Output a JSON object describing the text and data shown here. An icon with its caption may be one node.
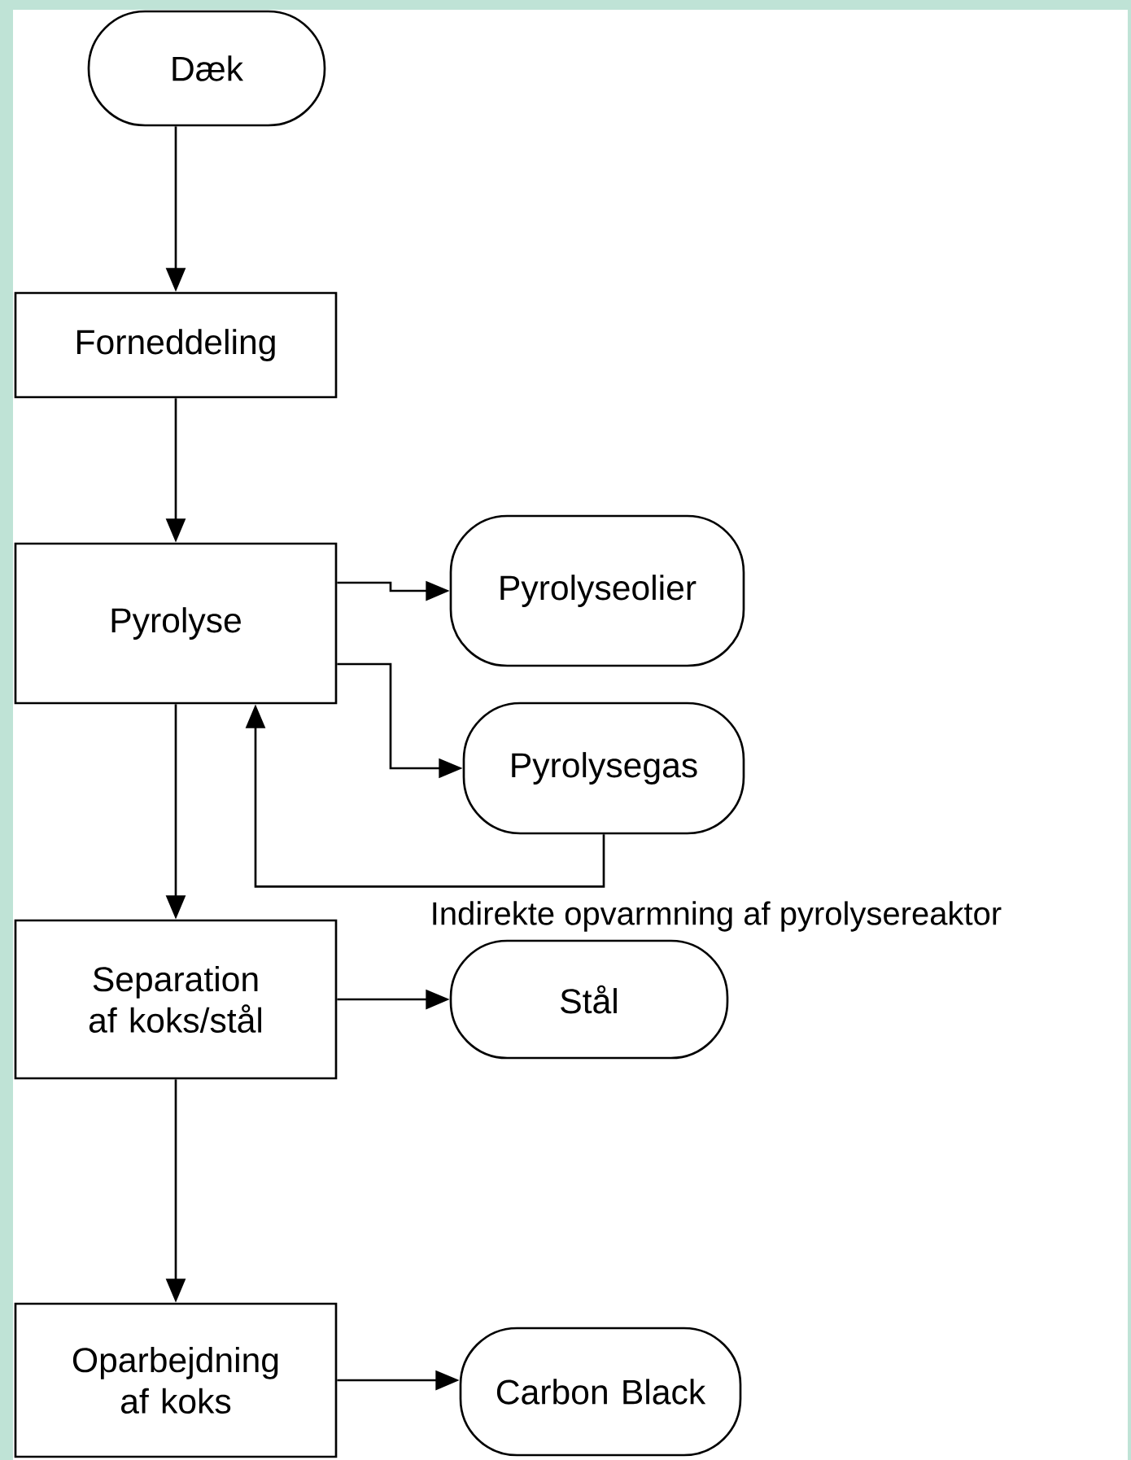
{
  "diagram": {
    "nodes": [
      {
        "text": [
          "Dæk"
        ]
      },
      {
        "text": [
          "Forneddeling"
        ]
      },
      {
        "text": [
          "Pyrolyse"
        ]
      },
      {
        "text": [
          "Pyrolyseolier"
        ]
      },
      {
        "text": [
          "Pyrolysegas"
        ]
      },
      {
        "text": [
          "Separation af koks/stål"
        ]
      },
      {
        "text": [
          "Stål"
        ]
      },
      {
        "text": [
          "Oparbejdning af koks"
        ]
      },
      {
        "text": [
          "Carbon Black"
        ]
      }
    ],
    "edges": [
      {
        "from": 0,
        "to": 1,
        "arrow": "to"
      },
      {
        "from": 1,
        "to": 2,
        "arrow": "to"
      },
      {
        "from": 2,
        "to": 3,
        "arrow": "to"
      },
      {
        "from": 2,
        "to": 4,
        "arrow": "to"
      },
      {
        "from": 4,
        "to": 2,
        "arrow": "to",
        "label": "Indirekte opvarmning af pyrolysereaktor"
      },
      {
        "from": 2,
        "to": 5,
        "arrow": "to"
      },
      {
        "from": 5,
        "to": 6,
        "arrow": "to"
      },
      {
        "from": 5,
        "to": 7,
        "arrow": "to"
      },
      {
        "from": 7,
        "to": 8,
        "arrow": "to"
      }
    ]
  }
}
